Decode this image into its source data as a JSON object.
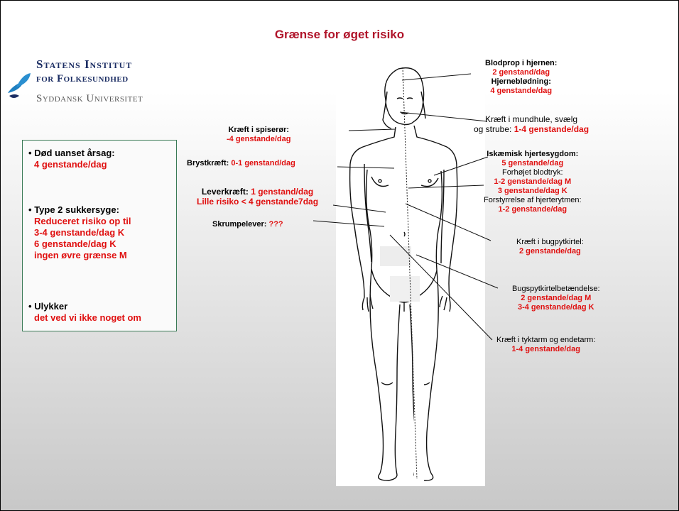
{
  "title": "Grænse for øget risiko",
  "logo": {
    "line1": "Statens Institut",
    "line2": "for Folkesundhed",
    "line3": "Syddansk Universitet"
  },
  "box": {
    "item1": {
      "bullet": "•",
      "heading": "Død uanset årsag:",
      "lines": [
        "4 genstande/dag"
      ]
    },
    "item2": {
      "bullet": "•",
      "heading": "Type 2 sukkersyge:",
      "lines": [
        "Reduceret risiko op til",
        "3-4 genstande/dag K",
        "6 genstande/dag K",
        "ingen øvre grænse M"
      ]
    },
    "item3": {
      "bullet": "•",
      "heading": "Ulykker",
      "lines": [
        "det ved vi ikke noget om"
      ]
    }
  },
  "labels": {
    "blodprop": {
      "head": "Blodprop i hjernen:",
      "val": "2 genstand/dag"
    },
    "bloedning": {
      "head": "Hjerneblødning:",
      "val": "4 genstande/dag"
    },
    "mundhule": {
      "line1": "Kræft i mundhule, svælg",
      "line2_pre": "og strube: ",
      "line2_val": "1-4 genstande/dag"
    },
    "spiseroer": {
      "head": "Kræft i spiserør:",
      "val": "-4 genstande/dag"
    },
    "bryst": {
      "head": "Brystkræft: ",
      "val": "0-1 genstand/dag"
    },
    "lever": {
      "head": "Leverkræft: ",
      "val": "1 genstand/dag",
      "line2": "Lille risiko < 4 genstande7dag"
    },
    "skrumpe": {
      "head": "Skrumpelever: ",
      "val": "???"
    },
    "iskaemisk": {
      "head": "Iskæmisk hjertesygdom:",
      "val": "5 genstande/dag"
    },
    "blodtryk": {
      "head": "Forhøjet blodtryk:",
      "val1": "1-2 genstande/dag M",
      "val2": "3 genstande/dag K"
    },
    "hjerterytme": {
      "head": "Forstyrrelse af hjerterytmen:",
      "val": "1-2 genstande/dag"
    },
    "bugspyt": {
      "head": "Kræft i bugpytkirtel:",
      "val": "2 genstande/dag"
    },
    "betaendelse": {
      "head": "Bugspytkirtelbetændelse:",
      "val1": "2 genstande/dag M",
      "val2": "3-4 genstande/dag K"
    },
    "tyktarm": {
      "head": "Kræft i tyktarm og endetarm:",
      "val": "1-4 genstande/dag"
    }
  },
  "colors": {
    "title": "#b0142a",
    "value": "#e01010",
    "logo_text": "#1b2d63",
    "box_border": "#3a7a56"
  }
}
